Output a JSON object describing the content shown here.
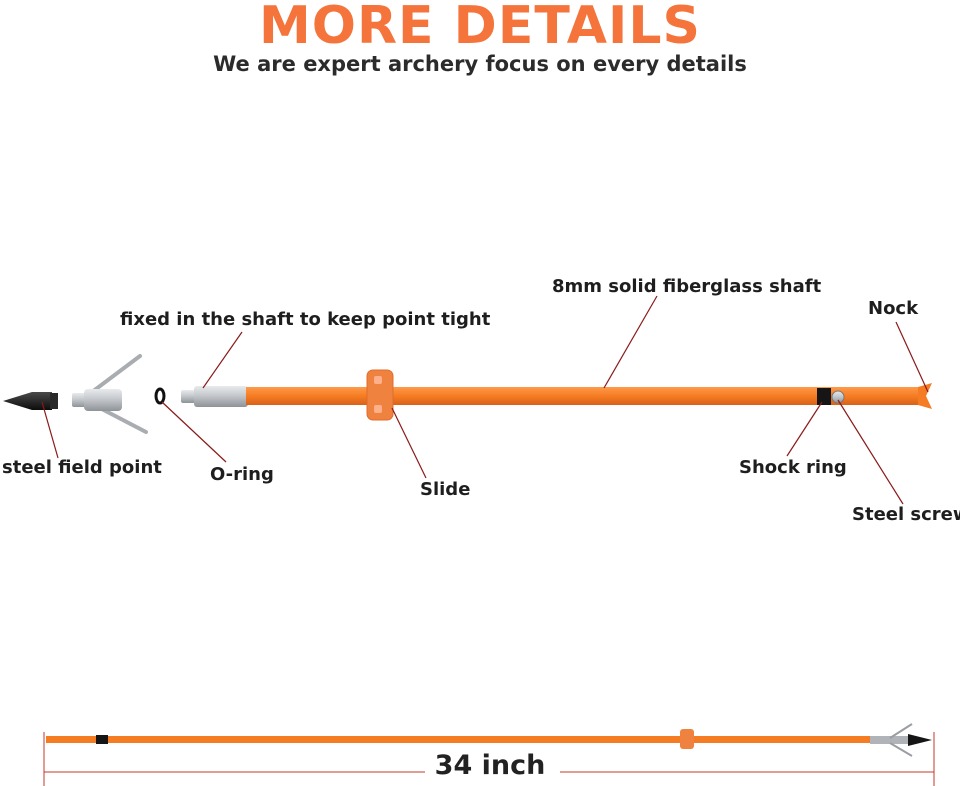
{
  "header": {
    "title": "MORE DETAILS",
    "subtitle": "We are expert archery focus on every details"
  },
  "colors": {
    "accent": "#f4743b",
    "shaft": "#f57c22",
    "shaft_edge": "#e2661a",
    "leader": "#8b1a1a",
    "steel": "#b9bdc2"
  },
  "labels": {
    "field_point": "steel field point",
    "o_ring": "O-ring",
    "fixed_tip": "fixed in the shaft to keep point tight",
    "slide": "Slide",
    "shaft": "8mm solid fiberglass shaft",
    "nock": "Nock",
    "shock_ring": "Shock  ring",
    "steel_screw": "Steel screw"
  },
  "dimension": {
    "length": "34 inch"
  }
}
